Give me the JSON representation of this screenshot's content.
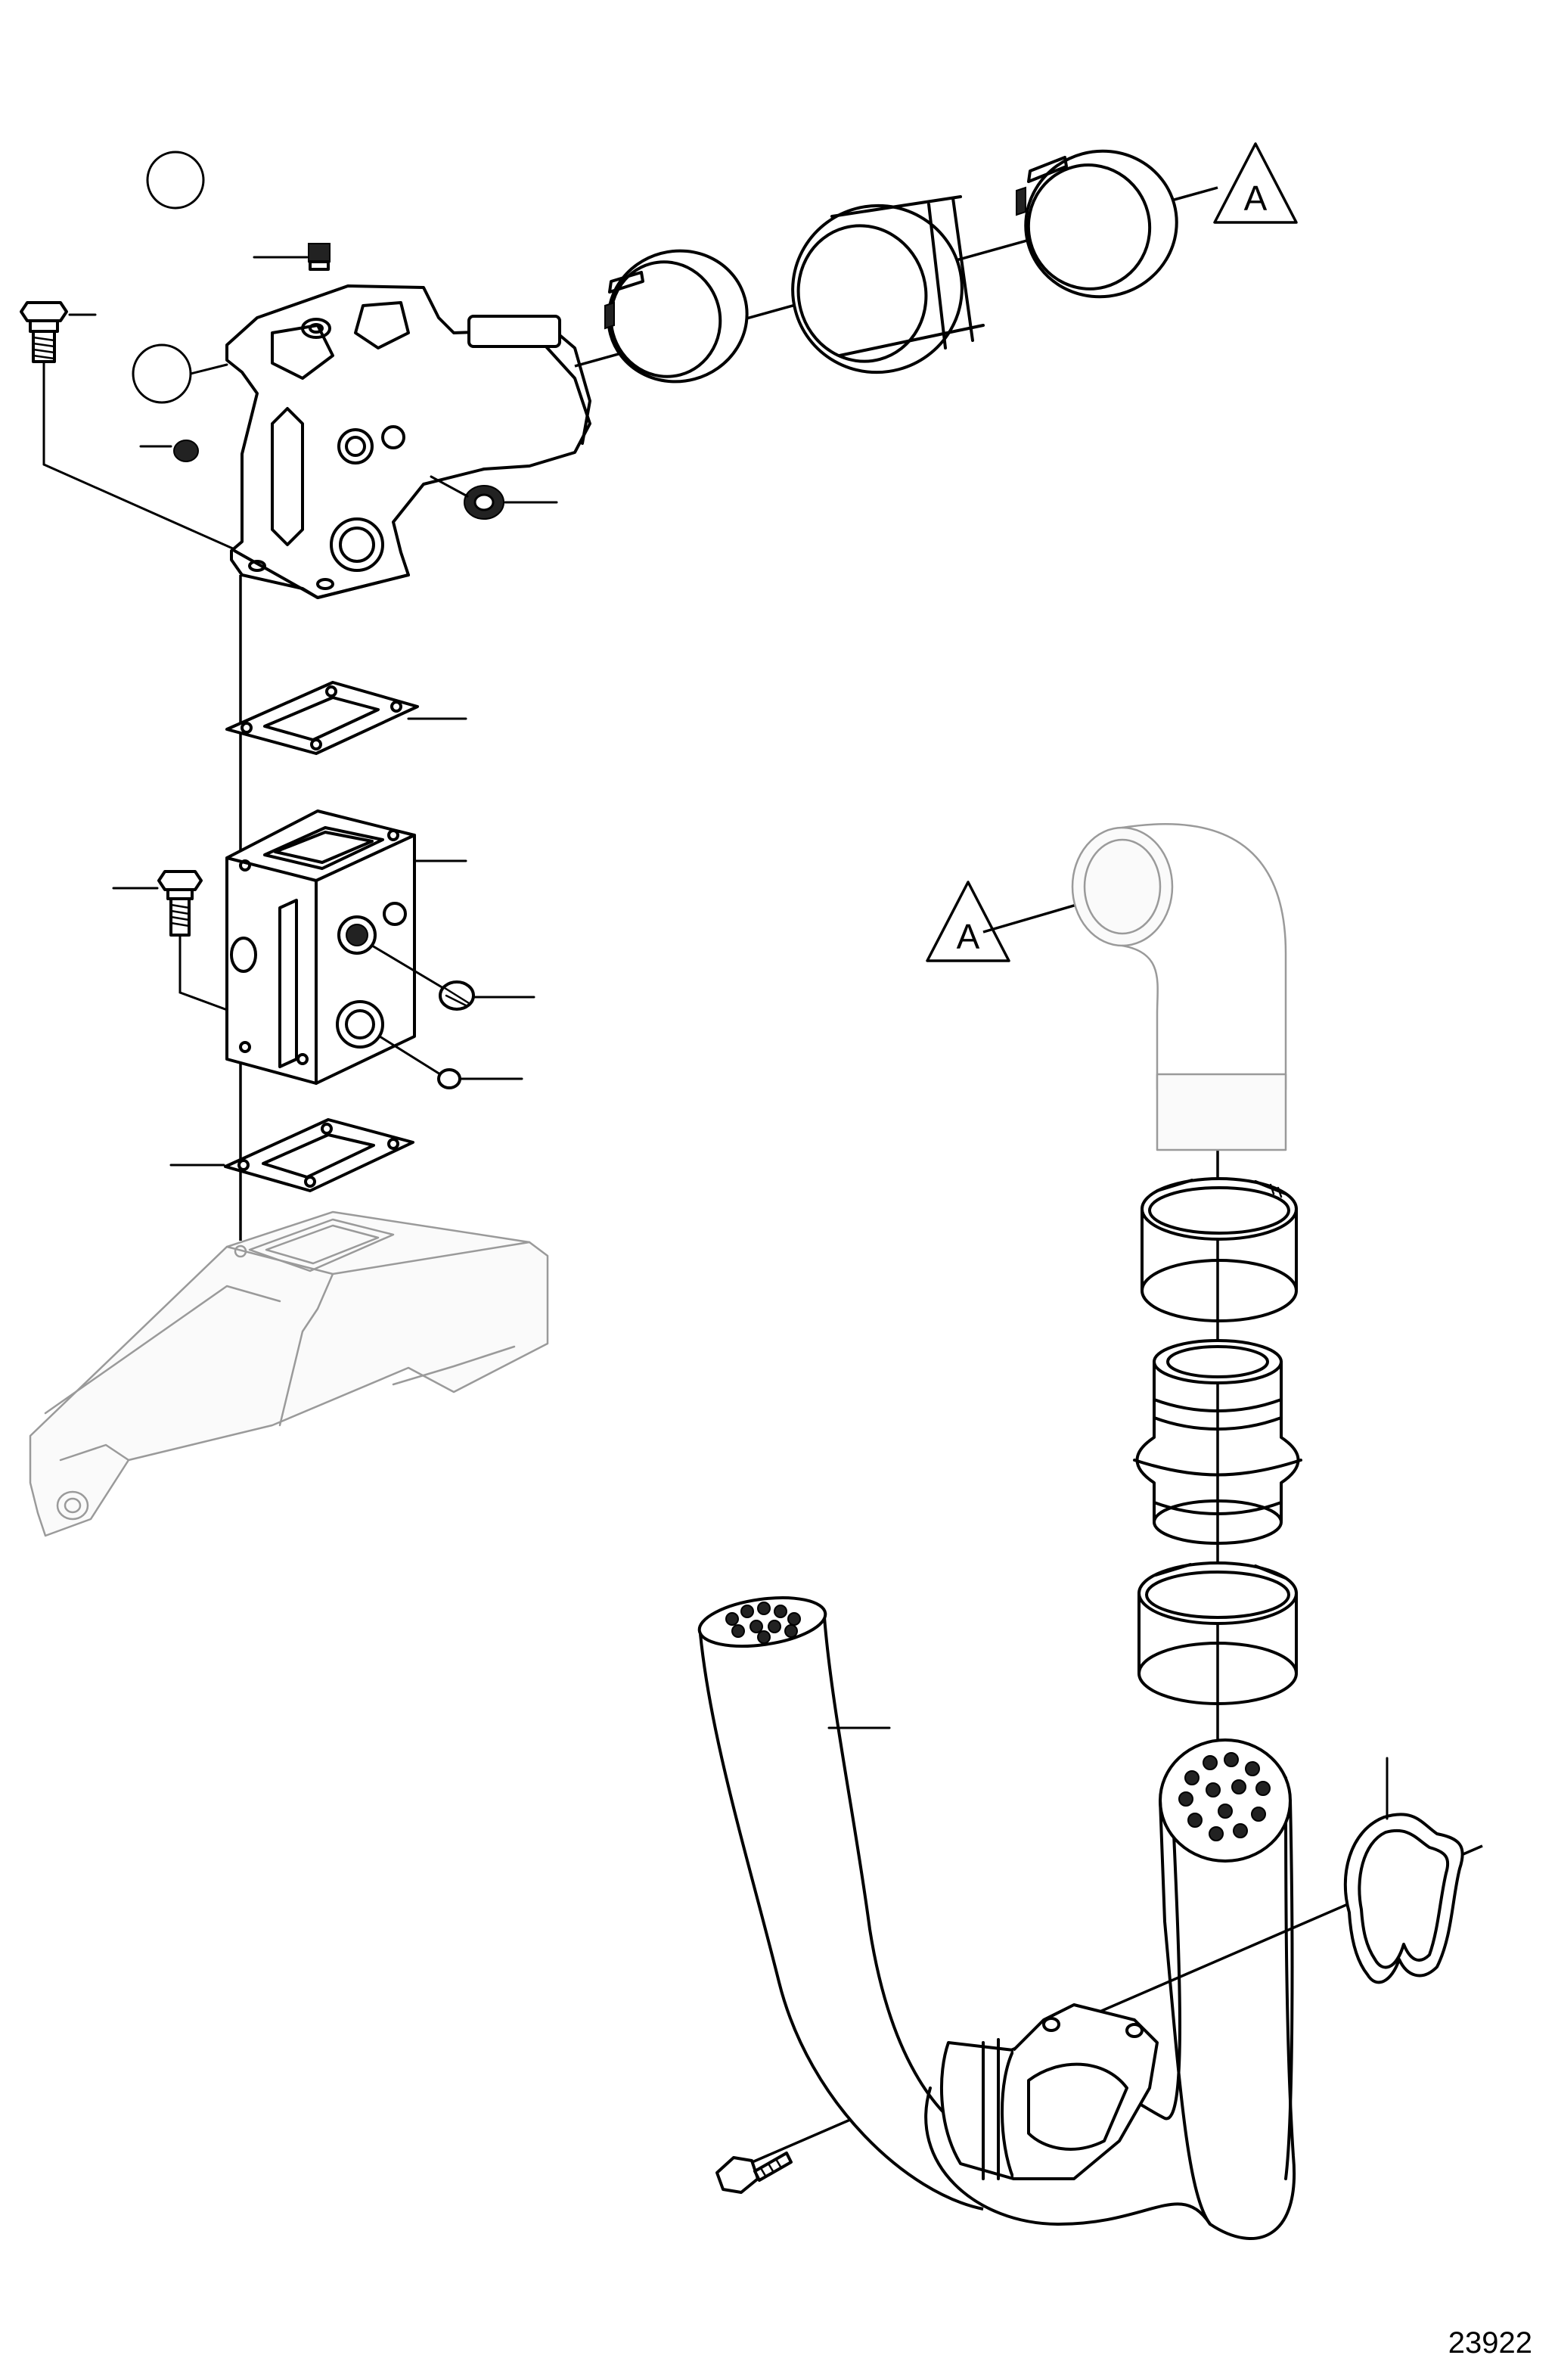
{
  "drawing": {
    "reference_label_top": "A",
    "reference_label_bottom": "A",
    "drawing_number": "23922"
  }
}
